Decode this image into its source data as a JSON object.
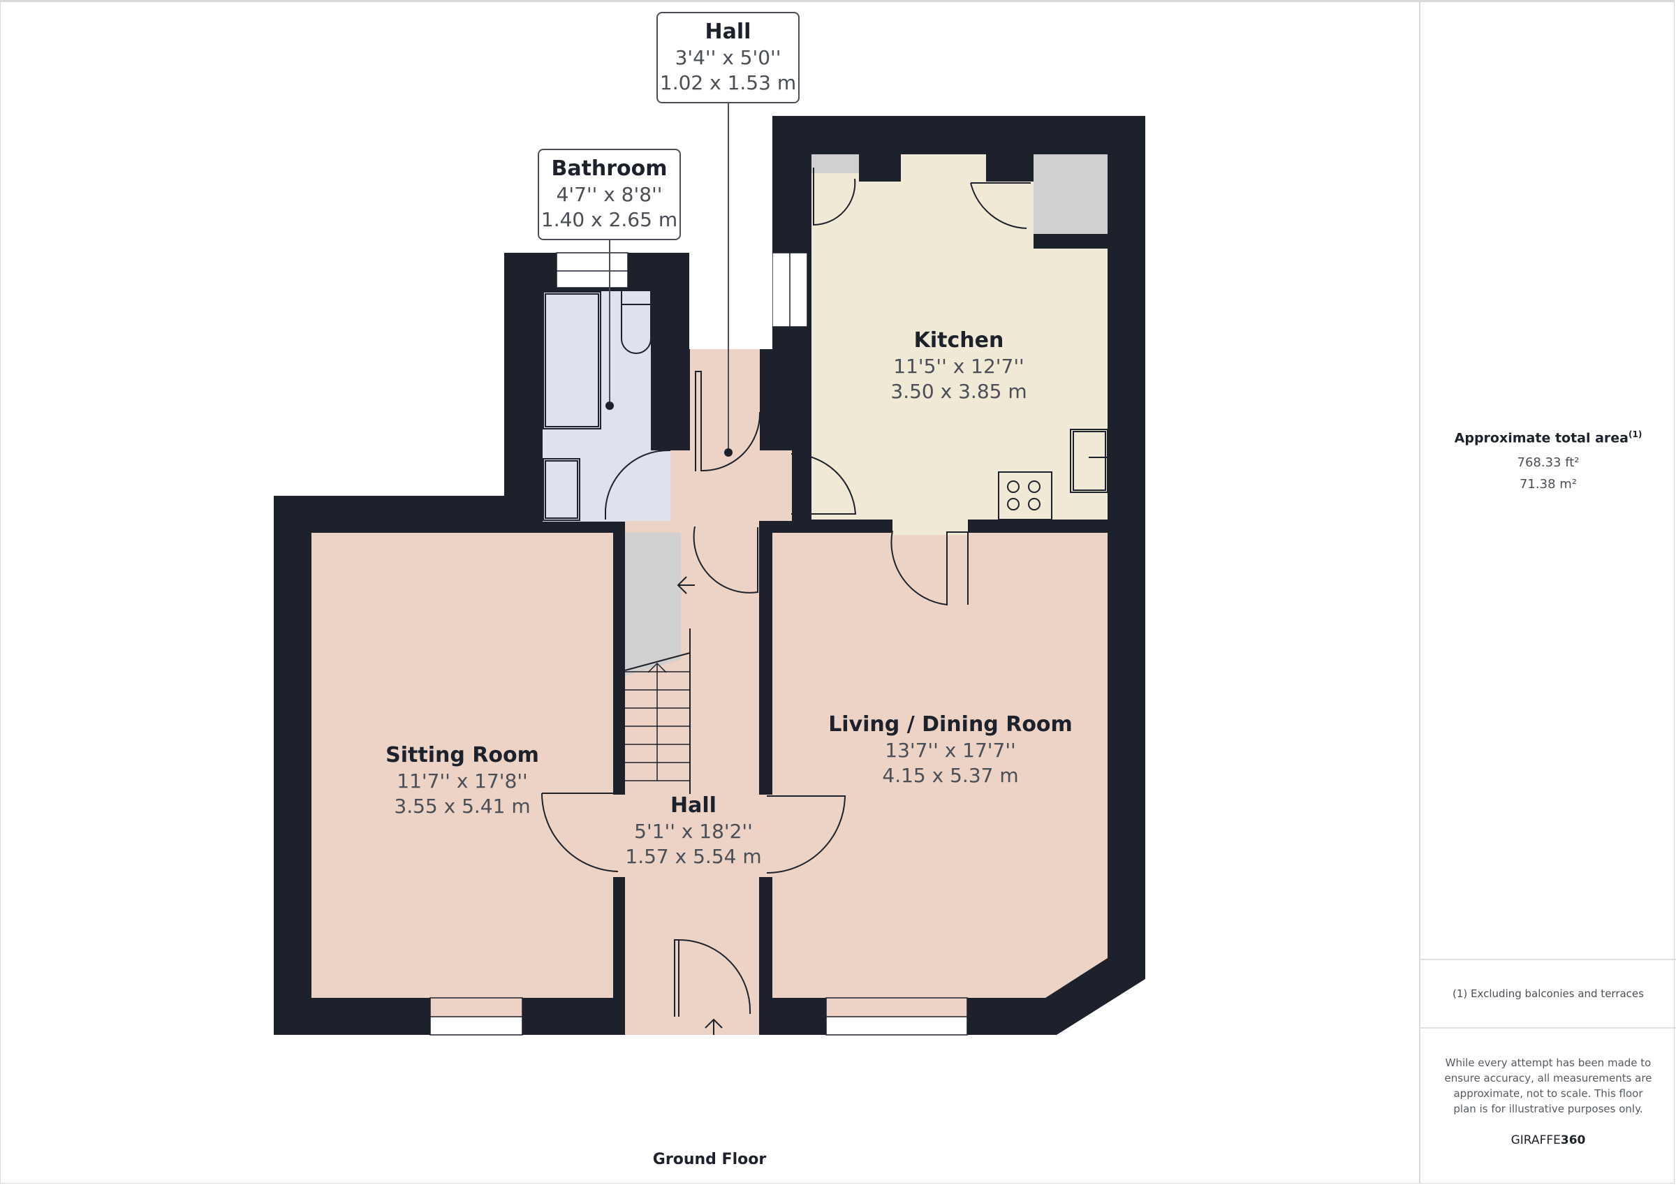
{
  "floor": {
    "name": "Ground Floor"
  },
  "colors": {
    "wall": "#1c212b",
    "room_pink": "#ecd3c6",
    "kitchen_cream": "#f0e9d6",
    "bathroom_blue": "#dde2ed",
    "storage_grey": "#d0d0d0",
    "window_white": "#ffffff",
    "text_dark": "#1c212b",
    "text_muted": "#4a4e57"
  },
  "rooms": [
    {
      "id": "hall-small",
      "name": "Hall",
      "imperial": "3'4'' x 5'0''",
      "metric": "1.02 x 1.53 m",
      "style": "callout"
    },
    {
      "id": "bathroom",
      "name": "Bathroom",
      "imperial": "4'7'' x 8'8''",
      "metric": "1.40 x 2.65 m",
      "style": "callout"
    },
    {
      "id": "kitchen",
      "name": "Kitchen",
      "imperial": "11'5'' x 12'7''",
      "metric": "3.50 x 3.85 m",
      "style": "inline"
    },
    {
      "id": "sitting-room",
      "name": "Sitting Room",
      "imperial": "11'7'' x 17'8''",
      "metric": "3.55 x 5.41 m",
      "style": "inline"
    },
    {
      "id": "hall-main",
      "name": "Hall",
      "imperial": "5'1'' x 18'2''",
      "metric": "1.57 x 5.54 m",
      "style": "inline"
    },
    {
      "id": "living-dining",
      "name": "Living / Dining Room",
      "imperial": "13'7'' x 17'7''",
      "metric": "4.15 x 5.37 m",
      "style": "inline"
    }
  ],
  "sidebar": {
    "area_title": "Approximate total area",
    "area_footnote_marker": "(1)",
    "area_imperial": "768.33 ft²",
    "area_metric": "71.38 m²",
    "footnote": "(1) Excluding balconies and terraces",
    "disclaimer": "While every attempt has been made to ensure accuracy, all measurements are approximate, not to scale. This floor plan is for illustrative purposes only.",
    "brand_light": "GIRAFFE",
    "brand_bold": "360"
  }
}
